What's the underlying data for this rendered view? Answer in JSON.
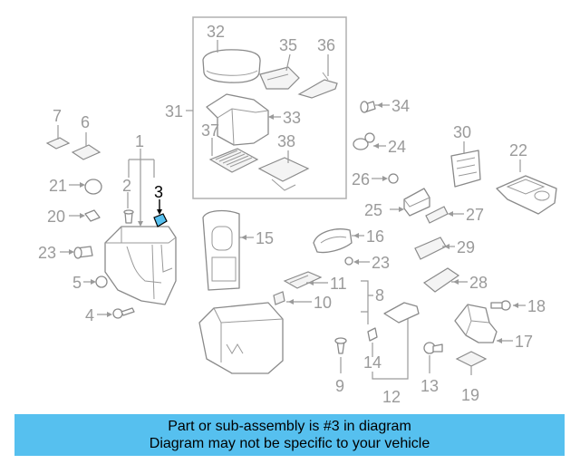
{
  "diagram": {
    "callouts": [
      "1",
      "2",
      "3",
      "4",
      "5",
      "6",
      "7",
      "8",
      "9",
      "10",
      "11",
      "12",
      "13",
      "14",
      "15",
      "16",
      "17",
      "18",
      "19",
      "20",
      "21",
      "22",
      "23",
      "23",
      "24",
      "25",
      "26",
      "27",
      "28",
      "29",
      "30",
      "31",
      "32",
      "33",
      "34",
      "35",
      "36",
      "37",
      "38"
    ],
    "highlighted_part": "3",
    "highlight_color": "#56c0ef"
  },
  "banner": {
    "line1": "Part or sub-assembly is #3 in diagram",
    "line2": "Diagram may not be specific to your vehicle",
    "color": "#56c0ef"
  }
}
